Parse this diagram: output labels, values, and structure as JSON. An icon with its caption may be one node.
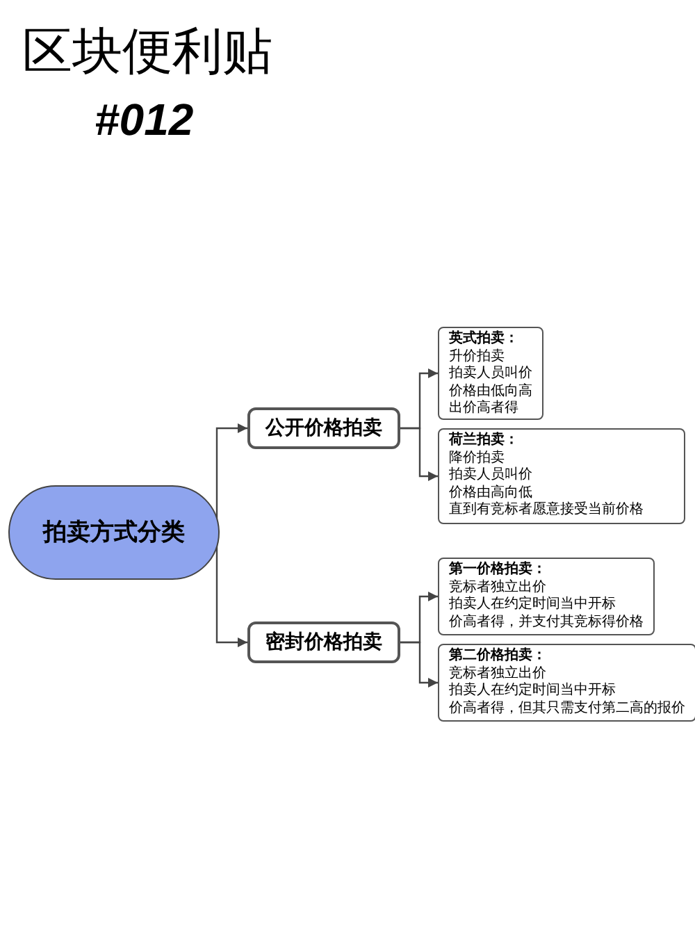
{
  "diagram": {
    "title": "区块便利贴",
    "nodes": [
      {
        "text": [
          "拍卖方式分类"
        ]
      },
      {
        "text": [
          "公开价格拍卖"
        ]
      },
      {
        "text": [
          "英式拍卖：",
          "升价拍卖",
          "拍卖人员叫价",
          "价格由低向高",
          "出价高者得"
        ]
      },
      {
        "text": [
          "荷兰拍卖：",
          "降价拍卖",
          "拍卖人员叫价",
          "价格由高向低",
          "直到有竞标者愿意接受当前价格"
        ]
      },
      {
        "text": [
          "密封价格拍卖"
        ]
      },
      {
        "text": [
          "第一价格拍卖：",
          "竞标者独立出价",
          "拍卖人在约定时间当中开标",
          "价高者得，并支付其竞标得价格"
        ]
      },
      {
        "text": [
          "第二价格拍卖：",
          "竞标者独立出价",
          "拍卖人在约定时间当中开标",
          "价高者得，但其只需支付第二高的报价"
        ]
      }
    ],
    "edges": [
      {
        "from": 0,
        "to": 1,
        "arrow": "to"
      },
      {
        "from": 0,
        "to": 4,
        "arrow": "to"
      },
      {
        "from": 1,
        "to": 2,
        "arrow": "to"
      },
      {
        "from": 1,
        "to": 3,
        "arrow": "to"
      },
      {
        "from": 4,
        "to": 5,
        "arrow": "to"
      },
      {
        "from": 4,
        "to": 6,
        "arrow": "to"
      }
    ],
    "labels": [
      "#012"
    ]
  }
}
